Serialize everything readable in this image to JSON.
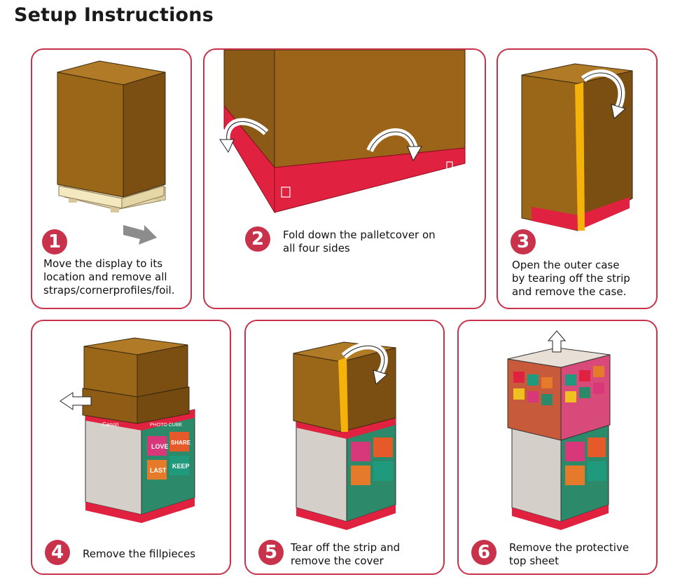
{
  "title": "Setup Instructions",
  "steps": [
    {
      "number": "1",
      "text_lines": [
        "Move the display to its",
        "location and remove all",
        "straps/cornerprofiles/foil."
      ]
    },
    {
      "number": "2",
      "text_lines": [
        "Fold down the palletcover on",
        "all four sides"
      ]
    },
    {
      "number": "3",
      "text_lines": [
        "Open the outer case",
        "by tearing off the strip",
        "and remove the case."
      ]
    },
    {
      "number": "4",
      "text_lines": [
        "Remove the fillpieces"
      ]
    },
    {
      "number": "5",
      "text_lines": [
        "Tear off the strip and",
        "remove the cover"
      ]
    },
    {
      "number": "6",
      "text_lines": [
        "Remove the protective",
        "top sheet"
      ]
    }
  ],
  "display_labels": {
    "brand": "Canon",
    "product": "PHOTO CUBE",
    "words": [
      "LOVE",
      "LAST",
      "SHARE",
      "KEEP"
    ]
  },
  "colors": {
    "accent": "#c8324a",
    "cardboard": "#a0691f",
    "cardboard_dark": "#7d4f14",
    "pallet_red": "#e0213f",
    "strip": "#f5b30a"
  }
}
